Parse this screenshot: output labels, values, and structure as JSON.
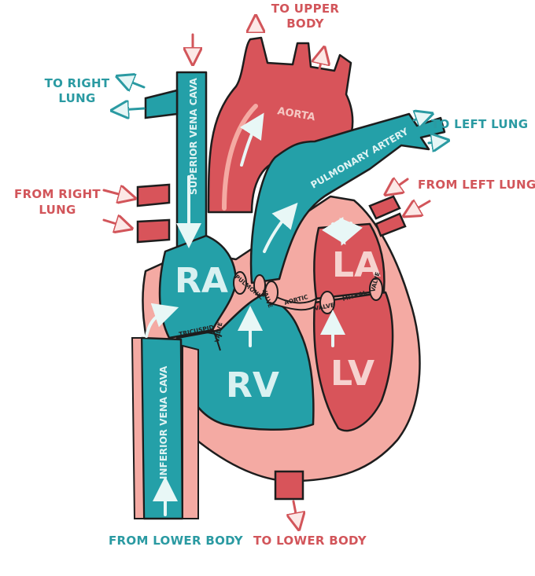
{
  "labels": {
    "to_upper_body": [
      "TO UPPER",
      "BODY"
    ],
    "to_right_lung": [
      "TO RIGHT",
      "LUNG"
    ],
    "from_right_lung": [
      "FROM RIGHT",
      "LUNG"
    ],
    "to_left_lung": "TO LEFT LUNG",
    "from_left_lung": "FROM LEFT LUNG",
    "from_lower_body": "FROM LOWER BODY",
    "to_lower_body": "TO LOWER BODY"
  },
  "chambers": {
    "ra": "RA",
    "rv": "RV",
    "la": "LA",
    "lv": "LV"
  },
  "vessels": {
    "aorta": "AORTA",
    "pulmonary_artery": "PULMONARY ARTERY",
    "superior_vena_cava": "SUPERIOR VENA CAVA",
    "inferior_vena_cava": "INFERIOR VENA CAVA"
  },
  "valves": {
    "tricuspid": [
      "TRICUSPID",
      "VALVE"
    ],
    "pulmonic": [
      "PULMONIC",
      "VALVE"
    ],
    "aortic": [
      "AORTIC",
      "VALVE"
    ],
    "mitral": [
      "MITRAL",
      "VALVE"
    ]
  },
  "colors": {
    "oxygen_poor": "#24a0a8",
    "oxygen_rich": "#d8545a",
    "wall": "#f4aaa3",
    "outline": "#1d1d1d",
    "label_teal": "#2a9aa2",
    "label_red": "#d2555a"
  }
}
